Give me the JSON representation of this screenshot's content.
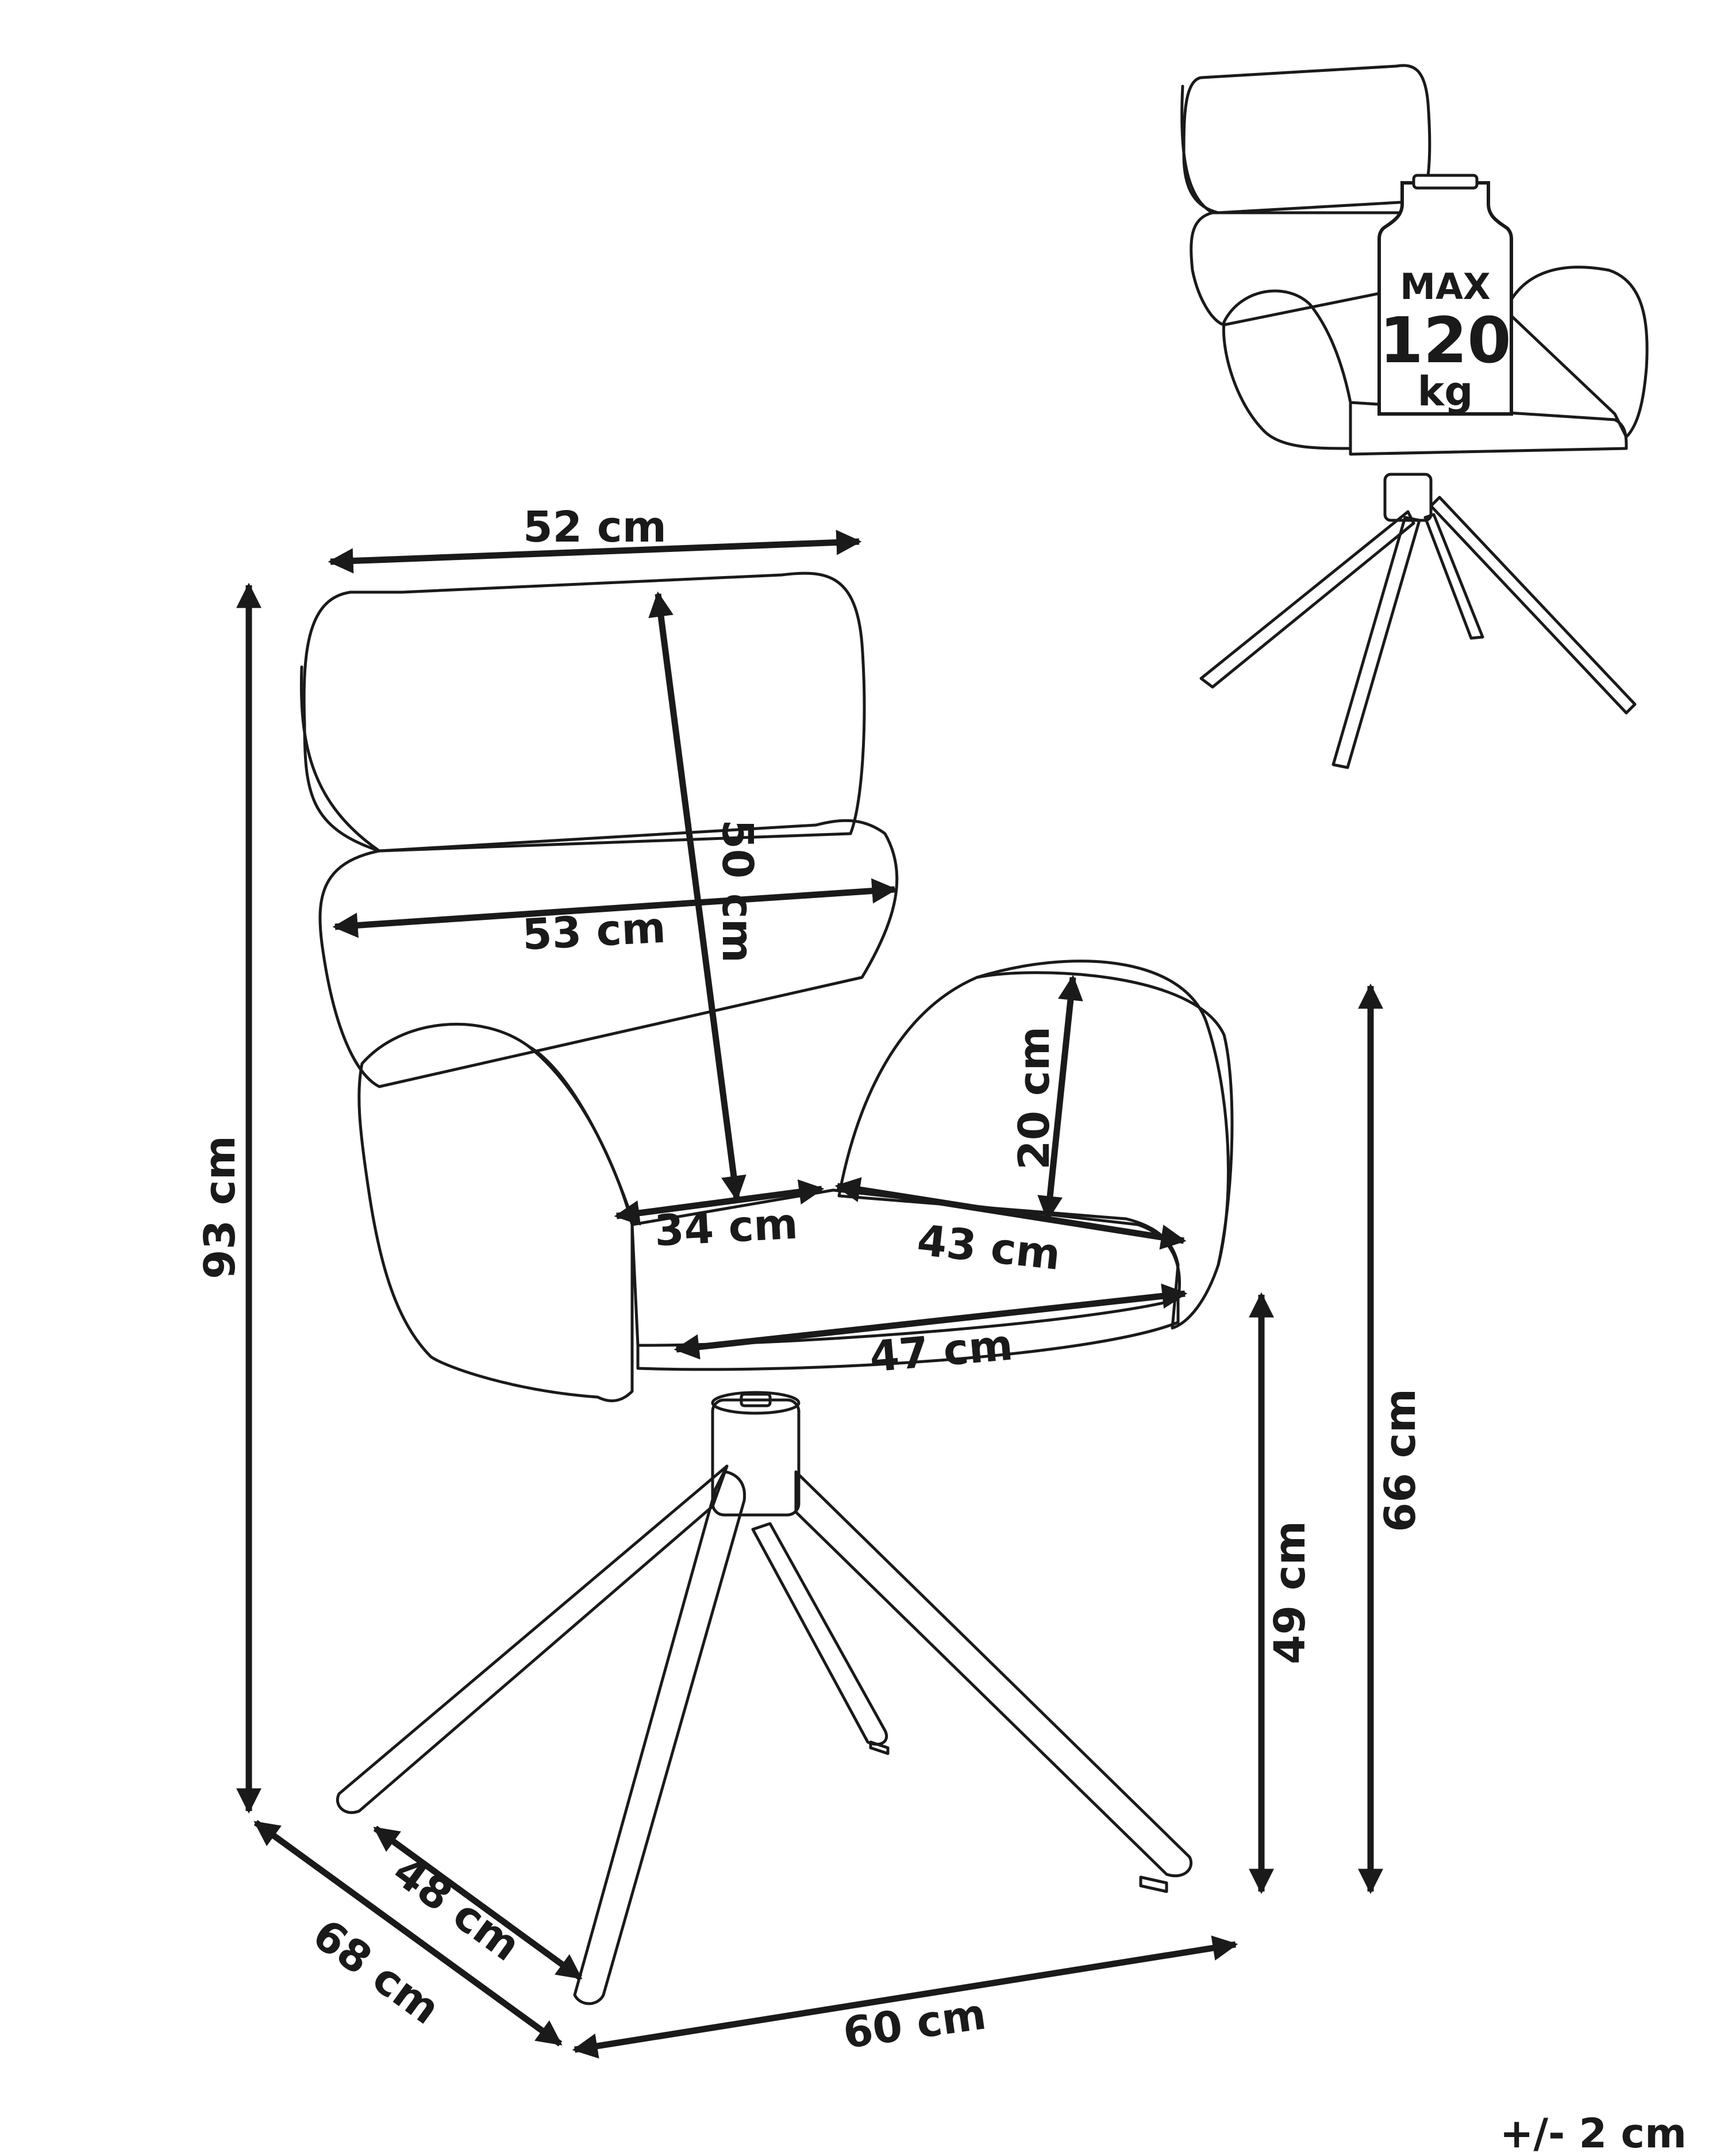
{
  "dimensions": {
    "headrest_width": "52 cm",
    "backrest_width": "53 cm",
    "backrest_height": "50 cm",
    "armrest_height": "20 cm",
    "seat_depth_inner": "34 cm",
    "seat_width_inner": "43 cm",
    "seat_width": "47 cm",
    "total_height": "93 cm",
    "seat_height": "49 cm",
    "armrest_floor_height": "66 cm",
    "base_depth": "48 cm",
    "total_depth": "68 cm",
    "total_width": "60 cm"
  },
  "weight_badge": {
    "line1": "MAX",
    "line2": "120",
    "line3": "kg"
  },
  "tolerance": "+/- 2 cm",
  "colors": {
    "ink": "#1a1a1a",
    "badge_fill": "#ffffff"
  }
}
